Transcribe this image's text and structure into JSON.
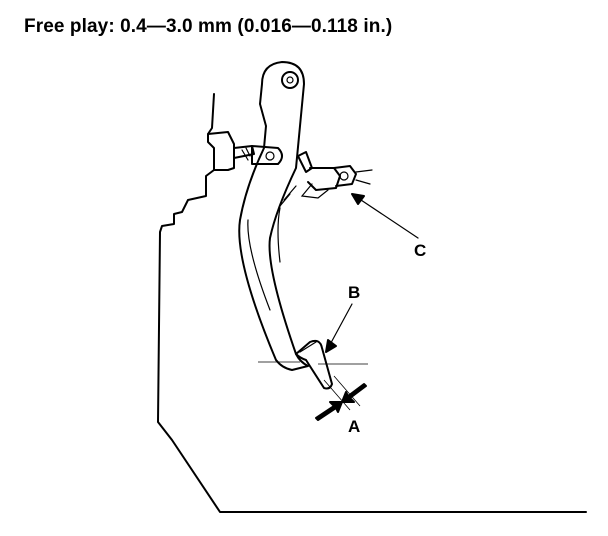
{
  "title": "Free play:  0.4—3.0 mm (0.016—0.118 in.)",
  "callouts": {
    "a": "A",
    "b": "B",
    "c": "C"
  },
  "colors": {
    "ink": "#000000",
    "background": "#ffffff"
  }
}
